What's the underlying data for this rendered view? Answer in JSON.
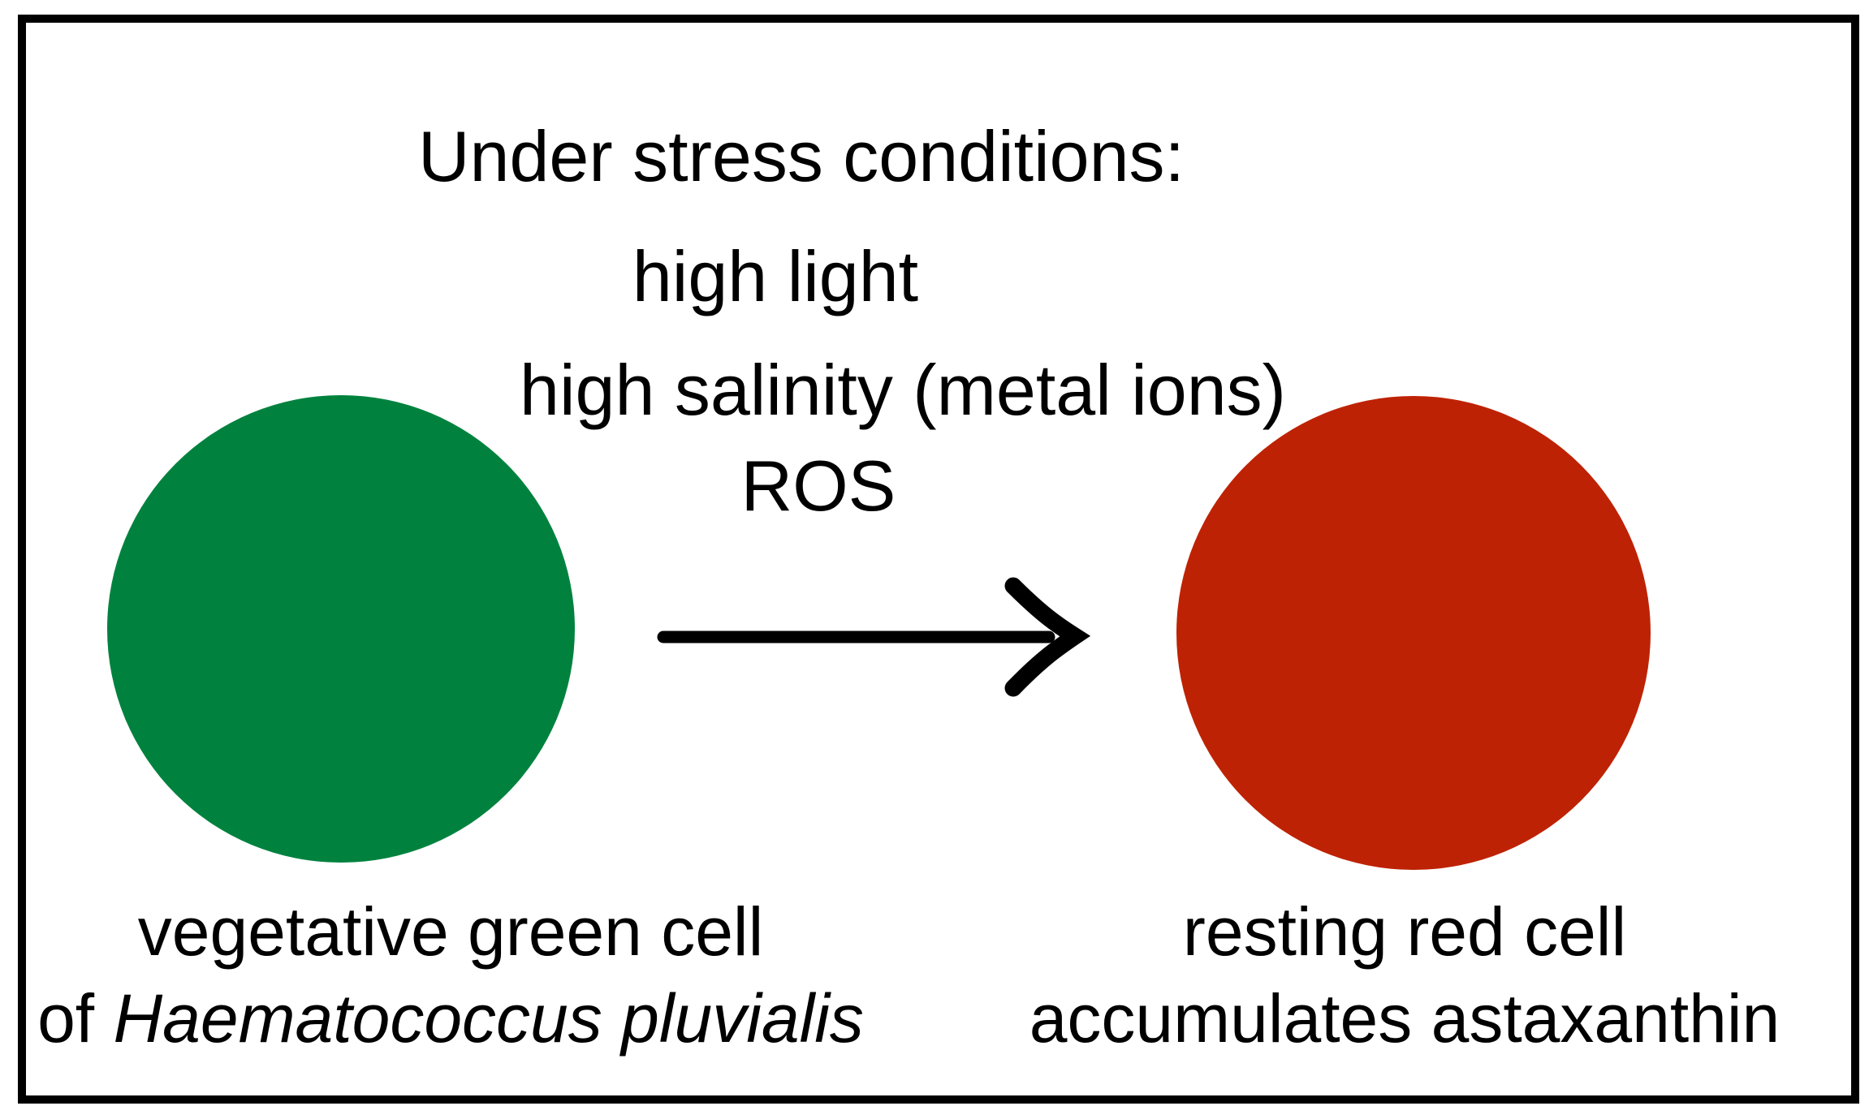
{
  "figure": {
    "title": "Under stress conditions:",
    "stress_factors": [
      "high light",
      "high salinity (metal ions)",
      "ROS"
    ],
    "left_cell": {
      "label_line1": "vegetative green cell",
      "label_line2_prefix": "of ",
      "label_line2_species": "Haematococcus pluvialis",
      "color": "#00823E"
    },
    "right_cell": {
      "label_line1": "resting red cell",
      "label_line2": "accumulates astaxanthin",
      "color": "#BE2204"
    },
    "arrow": {
      "direction": "right",
      "color": "#000000"
    },
    "border_color": "#000000",
    "background_color": "#FFFFFF"
  }
}
